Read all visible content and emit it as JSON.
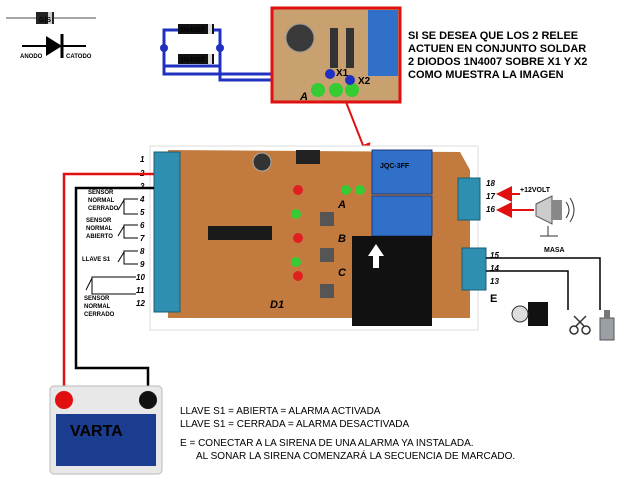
{
  "diode_symbol": {
    "anode": "ANODO",
    "cathode": "CATODO",
    "part_mark": "G|S"
  },
  "diodes": {
    "top": "1N4007",
    "bottom": "1N4007",
    "node1": "X1",
    "node2": "X2",
    "inset_marker": "A"
  },
  "note_lines": [
    "SI SE DESEA QUE LOS 2 RELEE",
    "ACTUEN EN CONJUNTO SOLDAR",
    "2 DIODOS 1N4007 SOBRE X1 Y X2",
    "COMO MUESTRA LA IMAGEN"
  ],
  "terminals": [
    "1",
    "2",
    "3",
    "4",
    "5",
    "6",
    "7",
    "8",
    "9",
    "10",
    "11",
    "12"
  ],
  "right_terminals_top": [
    "18",
    "17",
    "16"
  ],
  "right_terminals_bottom": [
    "15",
    "14",
    "13"
  ],
  "board_markers": {
    "a": "A",
    "b": "B",
    "c": "C",
    "d1": "D1",
    "e": "E"
  },
  "sensor_labels": {
    "nc1": [
      "SENSOR",
      "NORMAL",
      "CERRADO"
    ],
    "na": [
      "SENSOR",
      "NORMAL",
      "ABIERTO"
    ],
    "key": "LLAVE S1",
    "nc2": [
      "SENSOR",
      "NORMAL",
      "CERRADO"
    ]
  },
  "power_label": "+12VOLT",
  "ground_label": "MASA",
  "relay_mark": "JQC-3FF",
  "battery_brand": "VARTA",
  "legend": {
    "line1": "LLAVE S1 = ABIERTA = ALARMA ACTIVADA",
    "line2": "LLAVE S1 = CERRADA = ALARMA DESACTIVADA",
    "line3": "E = CONECTAR A LA SIRENA DE UNA ALARMA YA INSTALADA.",
    "line4": "AL SONAR LA SIRENA COMENZARÁ LA SECUENCIA DE MARCADO."
  },
  "colors": {
    "board": "#c27a3e",
    "terminal": "#2f8fb0",
    "relay": "#3070c8",
    "wire_red": "#e01010",
    "wire_blue": "#2030c0"
  }
}
